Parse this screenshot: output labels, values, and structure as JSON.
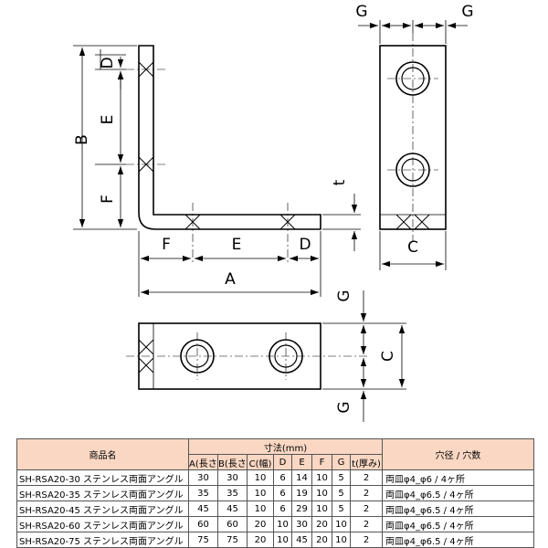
{
  "drawing": {
    "labels": {
      "A": "A",
      "B": "B",
      "C_side": "C",
      "C_bottom": "C",
      "D_top": "D",
      "D_right": "D",
      "E_vert": "E",
      "E_horiz": "E",
      "F_vert": "F",
      "F_horiz": "F",
      "t": "t",
      "G_top_left": "G",
      "G_top_right": "G",
      "G_bottom_top": "G",
      "G_bottom_bottom": "G"
    }
  },
  "table": {
    "col_product": "商品名",
    "col_dims": "寸法(mm)",
    "col_hole": "穴径 / 穴数",
    "sub_headers": [
      "A(長さ)",
      "B(長さ)",
      "C(幅)",
      "D",
      "E",
      "F",
      "G",
      "t(厚み)"
    ],
    "rows": [
      {
        "name": "SH-RSA20-30 ステンレス両面アングル",
        "vals": [
          "30",
          "30",
          "10",
          "6",
          "14",
          "10",
          "5",
          "2"
        ],
        "hole": "両皿φ4_φ6 / 4ヶ所"
      },
      {
        "name": "SH-RSA20-35 ステンレス両面アングル",
        "vals": [
          "35",
          "35",
          "10",
          "6",
          "19",
          "10",
          "5",
          "2"
        ],
        "hole": "両皿φ4_φ6.5 / 4ヶ所"
      },
      {
        "name": "SH-RSA20-45 ステンレス両面アングル",
        "vals": [
          "45",
          "45",
          "10",
          "6",
          "29",
          "10",
          "5",
          "2"
        ],
        "hole": "両皿φ4_φ6.5 / 4ヶ所"
      },
      {
        "name": "SH-RSA20-60 ステンレス両面アングル",
        "vals": [
          "60",
          "60",
          "20",
          "10",
          "30",
          "20",
          "10",
          "2"
        ],
        "hole": "両皿φ4_φ6.5 / 4ヶ所"
      },
      {
        "name": "SH-RSA20-75 ステンレス両面アングル",
        "vals": [
          "75",
          "75",
          "20",
          "10",
          "45",
          "20",
          "10",
          "2"
        ],
        "hole": "両皿φ4_φ6.5 / 4ヶ所"
      }
    ]
  }
}
